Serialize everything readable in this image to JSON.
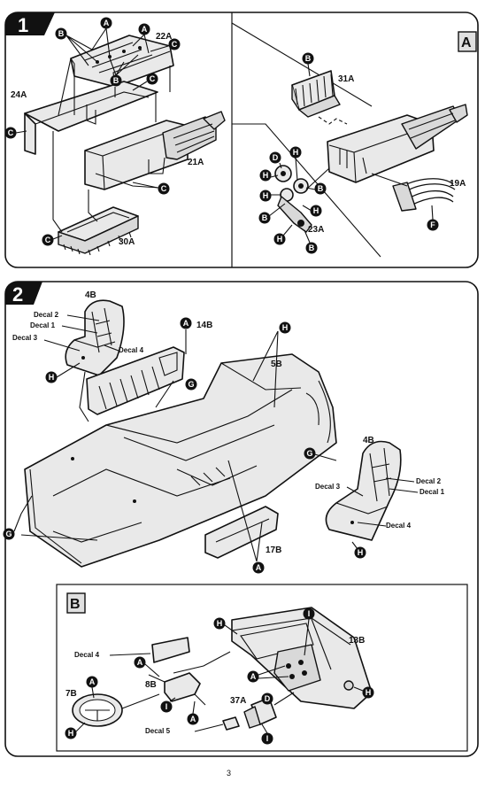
{
  "page": {
    "number": "3"
  },
  "step1": {
    "number": "1",
    "labels": {
      "p22": "22A",
      "p24": "24A",
      "p21": "21A",
      "p30": "30A"
    },
    "inset": {
      "letter": "A",
      "labels": {
        "p31": "31A",
        "p19": "19A",
        "p23": "23A"
      }
    }
  },
  "step2": {
    "number": "2",
    "labels": {
      "seat_left": "4B",
      "seat_right": "4B",
      "p14": "14B",
      "p5": "5B",
      "p17": "17B",
      "decal2_l": "Decal 2",
      "decal1_l": "Decal 1",
      "decal3_l": "Decal 3",
      "decal4_l": "Decal 4",
      "decal3_r": "Decal 3",
      "decal2_r": "Decal 2",
      "decal1_r": "Decal 1",
      "decal4_r": "Decal 4"
    },
    "inset": {
      "letter": "B",
      "labels": {
        "decal4": "Decal 4",
        "p7": "7B",
        "p8": "8B",
        "p37": "37A",
        "decal5": "Decal 5",
        "p13": "13B"
      }
    }
  },
  "callouts": {
    "A": "A",
    "B": "B",
    "C": "C",
    "D": "D",
    "F": "F",
    "G": "G",
    "H": "H",
    "I": "I"
  }
}
